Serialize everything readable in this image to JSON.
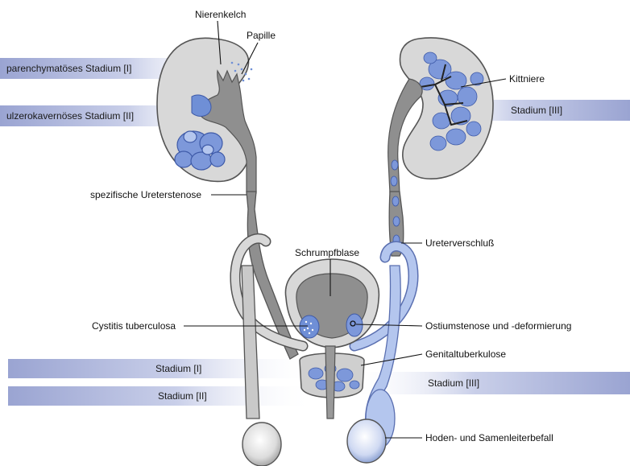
{
  "colors": {
    "band_dark": "#9aa4d2",
    "band_light": "#ffffff",
    "organ_light": "#d8d8d8",
    "organ_dark": "#8f8f8f",
    "lesion": "#6f8fd6",
    "lesion_light": "#b4c6ee",
    "outline": "#555555"
  },
  "stage_bands": {
    "parenchymatous": "parenchymatöses Stadium [I]",
    "ulcerocavernous": "ulzerokavernöses Stadium [II]",
    "stage3_right": "Stadium [III]",
    "stage1_bottom": "Stadium [I]",
    "stage2_bottom": "Stadium [II]",
    "stage3_bottom": "Stadium [III]"
  },
  "labels": {
    "nierenkelch": "Nierenkelch",
    "papille": "Papille",
    "kittniere": "Kittniere",
    "ureterstenose": "spezifische Ureterstenose",
    "ureterverschluss": "Ureterverschluß",
    "schrumpfblase": "Schrumpfblase",
    "cystitis": "Cystitis tuberculosa",
    "ostium": "Ostiumstenose und -deformierung",
    "genital": "Genitaltuberkulose",
    "hoden": "Hoden- und Samenleiterbefall"
  },
  "icons": [
    "kidney-left",
    "kidney-right",
    "bladder",
    "prostate",
    "testis-left",
    "testis-right"
  ]
}
